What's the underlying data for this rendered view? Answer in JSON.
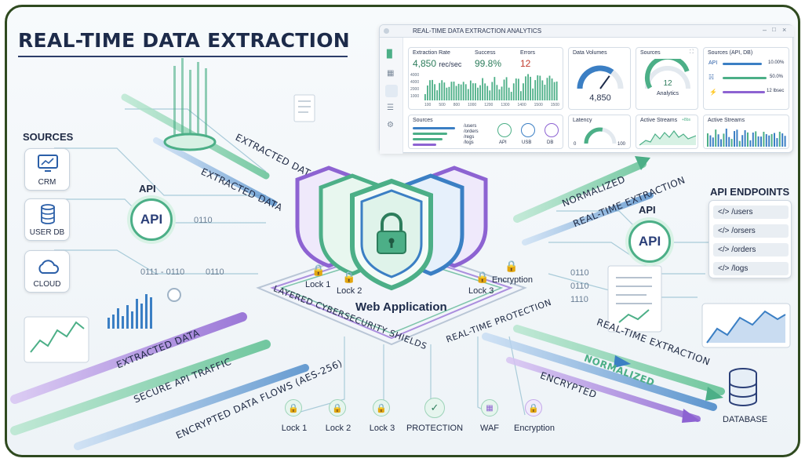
{
  "title": "REAL-TIME DATA EXTRACTION",
  "sources": {
    "heading": "SOURCES",
    "items": [
      {
        "label": "CRM",
        "icon": "monitor-chart-icon"
      },
      {
        "label": "USER DB",
        "icon": "database-icon"
      },
      {
        "label": "CLOUD",
        "icon": "cloud-icon"
      }
    ]
  },
  "api_left": {
    "heading": "API",
    "badge": "API"
  },
  "api_right": {
    "heading": "API",
    "badge": "API"
  },
  "api_endpoints": {
    "heading": "API ENDPOINTS",
    "items": [
      "</> /users",
      "</> /orsers",
      "</> /orders",
      "</> /logs"
    ]
  },
  "center": {
    "title": "Web Application",
    "locks": [
      "Lock 1",
      "Lock 2",
      "Lock 3",
      "Encryption"
    ],
    "shield_arc_label": "LAYERED CYBERSECURITY SHIELDS",
    "protection_label": "REAL-TIME PROTECTION"
  },
  "flows": {
    "extracted_data_1": "EXTRACTED DATA",
    "extracted_data_2": "EXTRACTED DATA",
    "extracted_data_3": "EXTRACTED DATA",
    "secure_api": "SECURE API TRAFFIC",
    "encrypted_flows": "ENCRYPTED DATA FLOWS (AES-256)",
    "normalized_1": "NORMALIZED",
    "realtime_1": "REAL-TIME EXTRACTION",
    "realtime_2": "REAL-TIME EXTRACTION",
    "normalized_2": "NORMALIZED",
    "encrypted": "ENCRYPTED"
  },
  "binary": [
    "0110",
    "0111 - 0110",
    "0110",
    "0110",
    "0110",
    "1110"
  ],
  "database": {
    "label": "DATABASE"
  },
  "bottom_icons": [
    {
      "label": "Lock 1",
      "icon": "lock-icon"
    },
    {
      "label": "Lock 2",
      "icon": "lock-icon"
    },
    {
      "label": "Lock 3",
      "icon": "lock-icon"
    },
    {
      "label": "PROTECTION",
      "icon": "shield-check-icon"
    },
    {
      "label": "WAF",
      "icon": "waf-chip-icon"
    },
    {
      "label": "Encryption",
      "icon": "lock-icon"
    }
  ],
  "dashboard": {
    "window_title": "REAL-TIME DATA EXTRACTION ANALYTICS",
    "extraction_rate": {
      "label": "Extraction Rate",
      "value": "4,850",
      "unit": "rec/sec"
    },
    "success": {
      "label": "Success",
      "value": "99.8%"
    },
    "errors": {
      "label": "Errors",
      "value": "12"
    },
    "rate_chart_y": [
      "4000",
      "4000",
      "2000",
      "1000"
    ],
    "rate_chart_x": [
      "100",
      "500",
      "800",
      "1000",
      "1200",
      "1300",
      "1400",
      "1500",
      "1500"
    ],
    "data_volumes": {
      "label": "Data Volumes",
      "value": "4,850",
      "level": 0.7
    },
    "sources_gauge": {
      "label": "Sources",
      "value": "12",
      "sub": "Analytics",
      "level": 0.8
    },
    "sources_api": {
      "label": "Sources (API, DB)",
      "rows": [
        {
          "name": "API",
          "pct": "10.00%"
        },
        {
          "name": "",
          "pct": "50.0%"
        },
        {
          "name": "",
          "pct": "12 lbsec"
        }
      ]
    },
    "sources_list": {
      "label": "Sources",
      "items": [
        "/users",
        "/orders",
        "/regs",
        "/logs"
      ]
    },
    "source_icons": [
      "API",
      "USB",
      "DB"
    ],
    "latency": {
      "label": "Latency",
      "min": "0",
      "max": "100",
      "level": 0.55
    },
    "active_streams_1": {
      "label": "Active Streams",
      "tag": "+8bs"
    },
    "active_streams_2": {
      "label": "Active Streams"
    }
  },
  "colors": {
    "navy": "#1d2b4a",
    "green": "#4caf87",
    "purple": "#8d63d2",
    "blue": "#3b7fc4",
    "frame": "#2f4a1f"
  }
}
